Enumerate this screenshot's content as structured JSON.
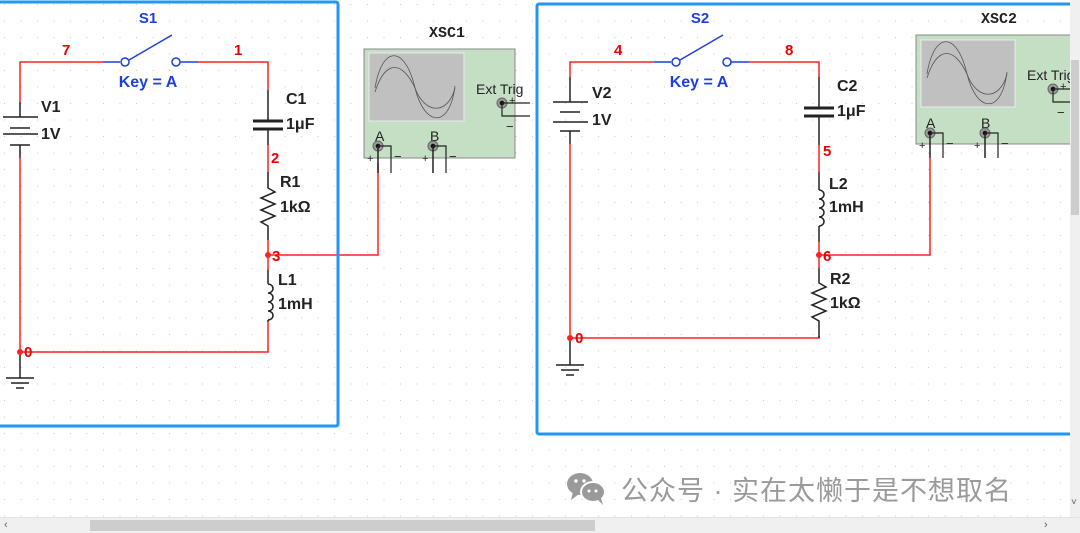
{
  "colors": {
    "wire": "#ff2020",
    "net_label": "#ee0000",
    "switch": "#1c3fe0",
    "component": "#222222",
    "selection": "#2196f3",
    "scope_body": "#c4dfc4",
    "scope_screen": "#c0c0c0",
    "grid_dot": "#c8c8c8"
  },
  "circuit1": {
    "switch": {
      "ref": "S1",
      "key": "Key = A"
    },
    "source": {
      "ref": "V1",
      "value": "1V"
    },
    "capacitor": {
      "ref": "C1",
      "value": "1μF"
    },
    "resistor": {
      "ref": "R1",
      "value": "1kΩ"
    },
    "inductor": {
      "ref": "L1",
      "value": "1mH"
    },
    "nets": {
      "n7": "7",
      "n1": "1",
      "n2": "2",
      "n3": "3",
      "n0": "0"
    },
    "scope": {
      "ref": "XSC1",
      "ext_trig": "Ext Trig",
      "ch_a": "A",
      "ch_b": "B",
      "plus": "+",
      "minus": "−"
    }
  },
  "circuit2": {
    "switch": {
      "ref": "S2",
      "key": "Key = A"
    },
    "source": {
      "ref": "V2",
      "value": "1V"
    },
    "capacitor": {
      "ref": "C2",
      "value": "1μF"
    },
    "inductor": {
      "ref": "L2",
      "value": "1mH"
    },
    "resistor": {
      "ref": "R2",
      "value": "1kΩ"
    },
    "nets": {
      "n4": "4",
      "n8": "8",
      "n5": "5",
      "n6": "6",
      "n0": "0"
    },
    "scope": {
      "ref": "XSC2",
      "ext_trig": "Ext Trig",
      "ch_a": "A",
      "ch_b": "B",
      "plus": "+",
      "minus": "−"
    }
  },
  "watermark": {
    "text": "公众号 · 实在太懒于是不想取名",
    "icon": "wechat-icon"
  },
  "scrollbar": {
    "left_arrow": "‹",
    "right_arrow": "›",
    "down_arrow": "˅"
  }
}
